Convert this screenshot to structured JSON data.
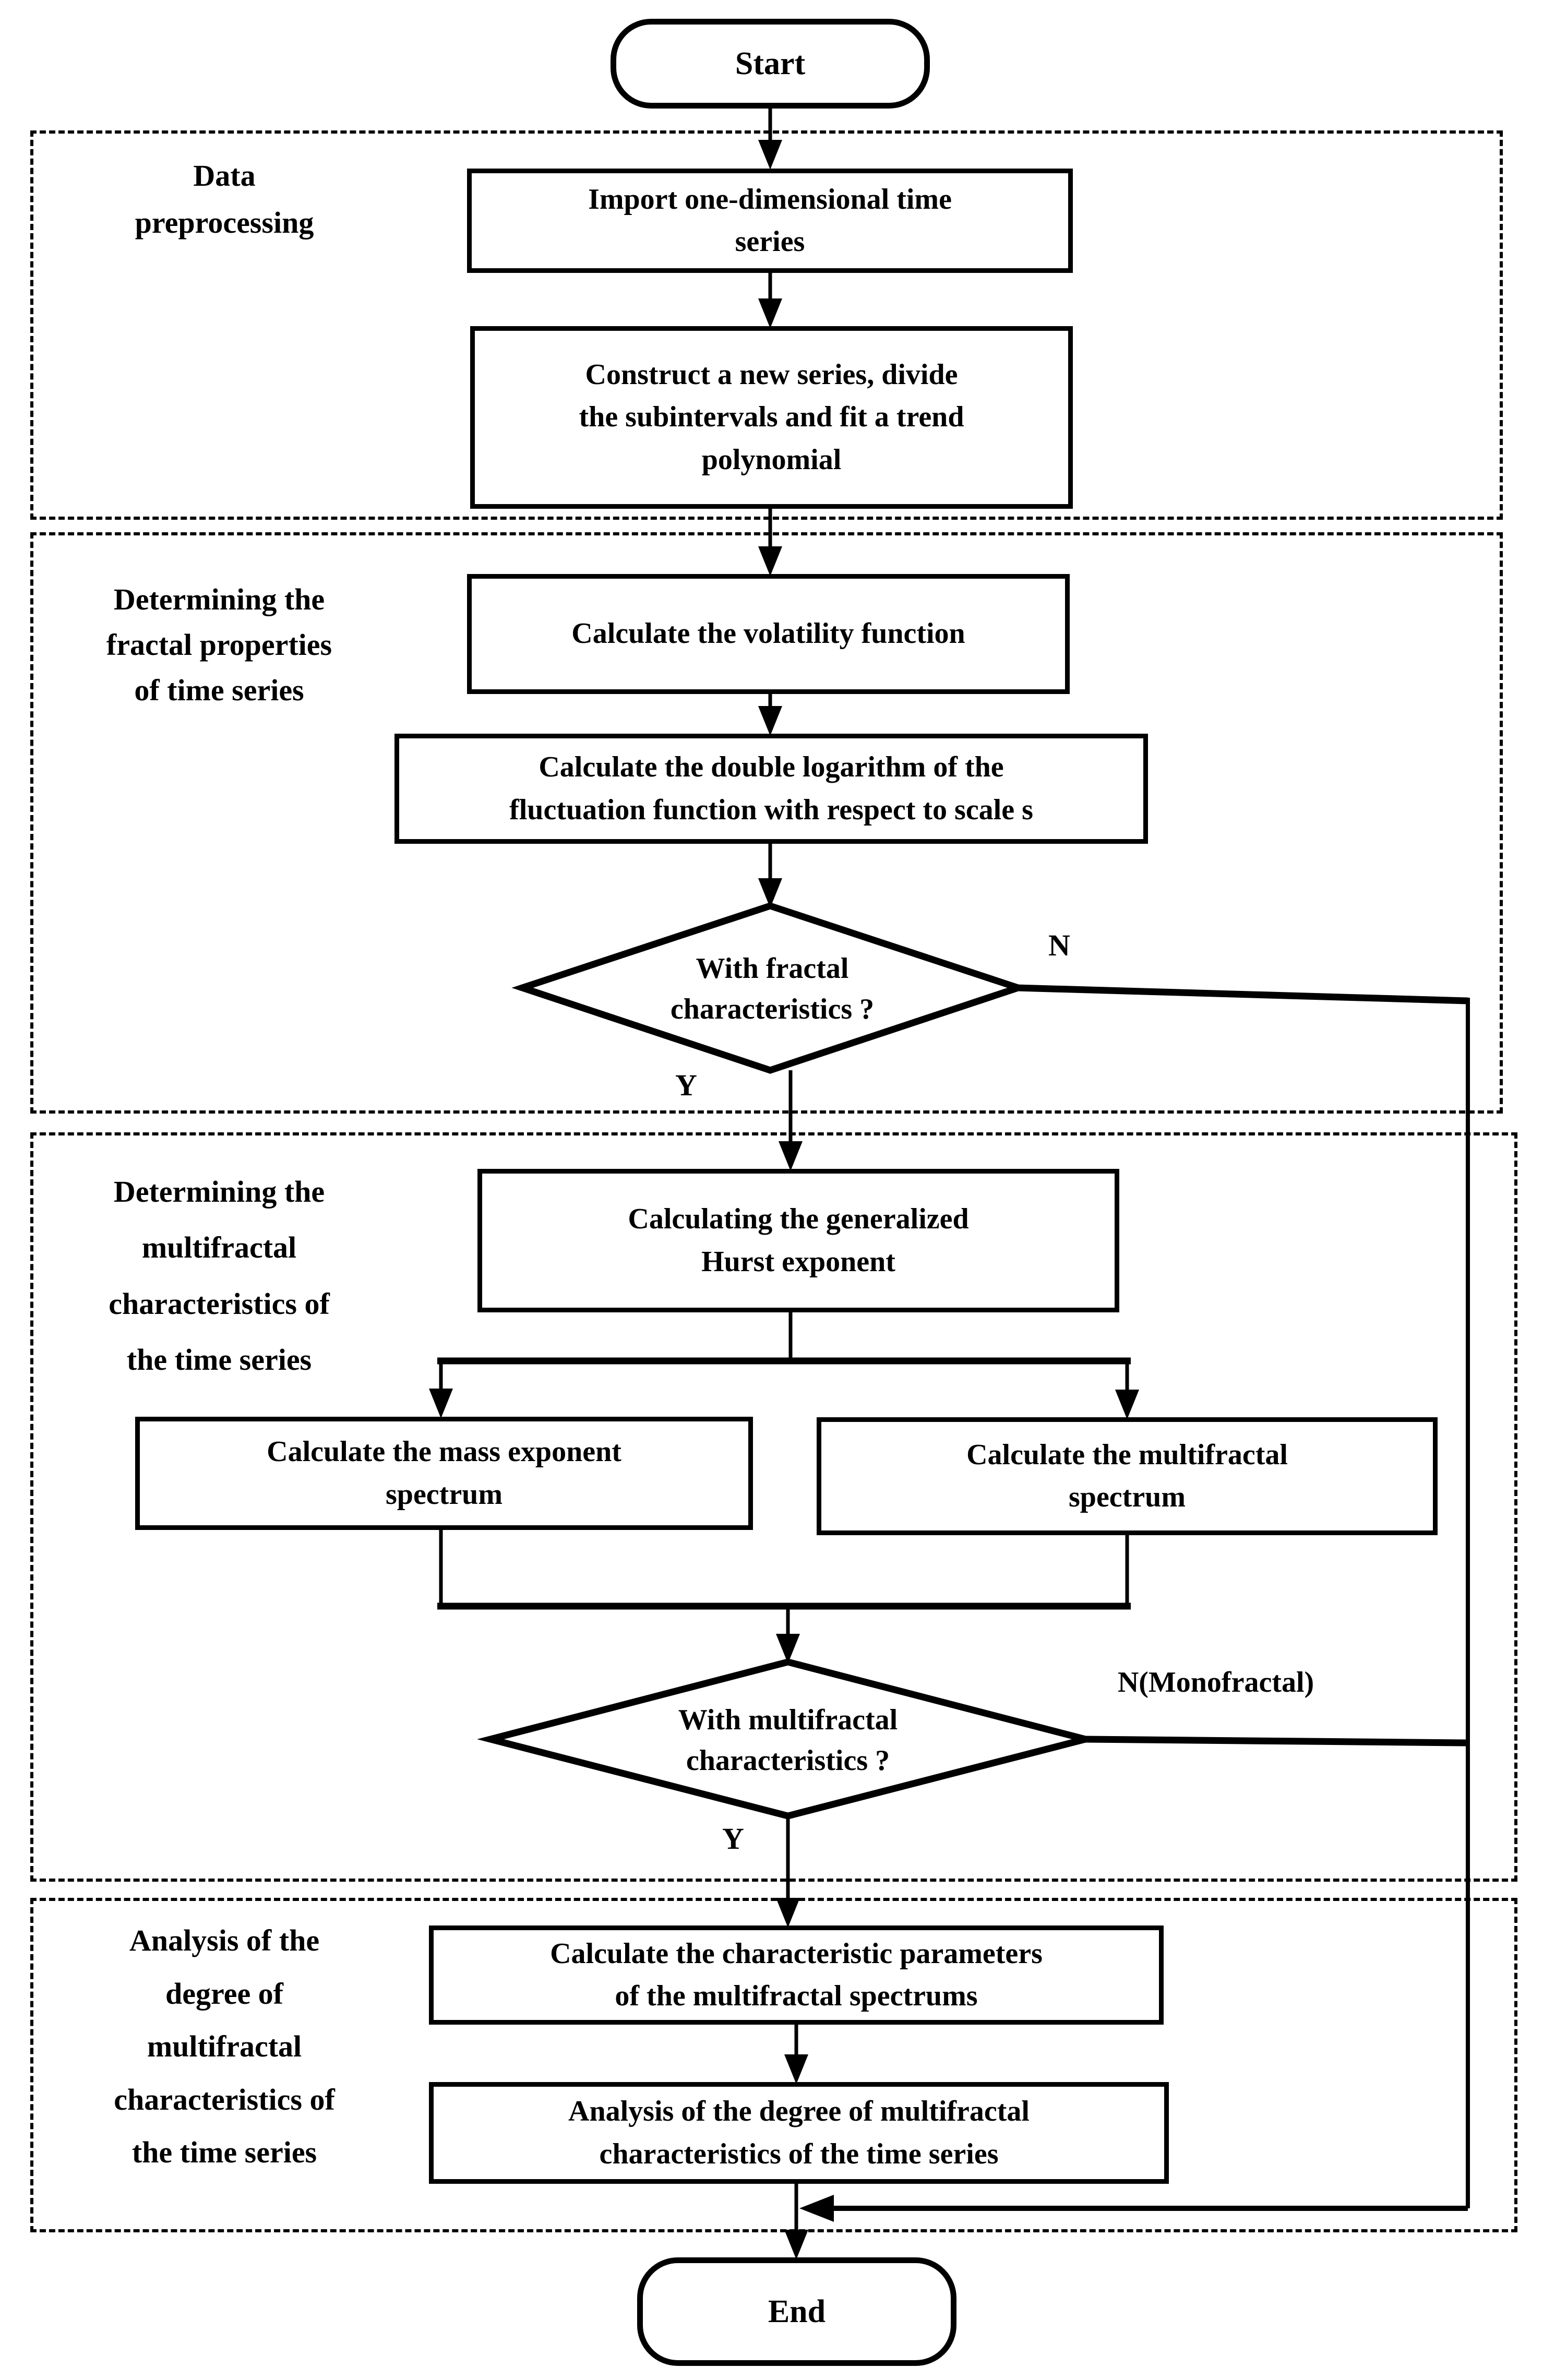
{
  "flowchart": {
    "title_semantic": "MF-DFA time series multifractal analysis flowchart",
    "terminals": {
      "start": "Start",
      "end": "End"
    },
    "sections": [
      {
        "name": "data-preprocessing",
        "label_lines": [
          "Data",
          "preprocessing"
        ]
      },
      {
        "name": "fractal-properties",
        "label_lines": [
          "Determining the",
          "fractal properties",
          "of time series"
        ]
      },
      {
        "name": "multifractal-characteristics",
        "label_lines": [
          "Determining the",
          "multifractal",
          "characteristics  of",
          "the time series"
        ]
      },
      {
        "name": "degree-analysis",
        "label_lines": [
          "Analysis of the",
          "degree of",
          "multifractal",
          "characteristics of",
          "the time series"
        ]
      }
    ],
    "nodes": {
      "import": {
        "lines": [
          "Import one-dimensional time",
          "series"
        ]
      },
      "construct": {
        "lines": [
          "Construct a new series, divide",
          "the subintervals and fit a trend",
          "polynomial"
        ]
      },
      "volatility": {
        "lines": [
          "Calculate the volatility function"
        ]
      },
      "double_log": {
        "lines": [
          "Calculate the double logarithm of the",
          "fluctuation function with respect to scale s"
        ]
      },
      "decision_fractal": {
        "lines": [
          "With fractal",
          "characteristics ?"
        ]
      },
      "hurst": {
        "lines": [
          "Calculating the generalized",
          "Hurst exponent"
        ]
      },
      "mass_exponent": {
        "lines": [
          "Calculate the mass exponent",
          "spectrum"
        ]
      },
      "multifractal_spectrum": {
        "lines": [
          "Calculate the multifractal",
          "spectrum"
        ]
      },
      "decision_multifractal": {
        "lines": [
          "With multifractal",
          "characteristics ?"
        ]
      },
      "characteristic_parameters": {
        "lines": [
          "Calculate the characteristic parameters",
          "of the multifractal spectrums"
        ]
      },
      "analysis_degree": {
        "lines": [
          "Analysis of the degree of multifractal",
          "characteristics of the time series"
        ]
      }
    },
    "edge_labels": {
      "fractal_no": "N",
      "fractal_yes": "Y",
      "multifractal_no": "N(Monofractal)",
      "multifractal_yes": "Y"
    },
    "colors": {
      "ink": "#000000",
      "background": "#ffffff"
    }
  }
}
